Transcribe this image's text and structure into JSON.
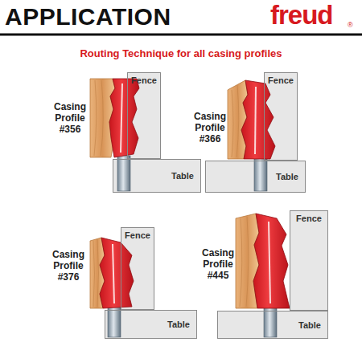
{
  "diagram": {
    "title": "APPLICATION",
    "caption": "Routing Technique for all casing profiles",
    "nodes": [
      {
        "text": [
          "Fence"
        ]
      },
      {
        "text": [
          "Table"
        ]
      },
      {
        "text": [
          "Fence"
        ]
      },
      {
        "text": [
          "Table"
        ]
      },
      {
        "text": [
          "Fence"
        ]
      },
      {
        "text": [
          "Table"
        ]
      },
      {
        "text": [
          "Fence"
        ]
      },
      {
        "text": [
          "Table"
        ]
      }
    ],
    "labels": [
      "freud",
      "®",
      "Casing Profile #356",
      "Casing Profile #366",
      "Casing Profile #376",
      "Casing Profile #445"
    ]
  }
}
